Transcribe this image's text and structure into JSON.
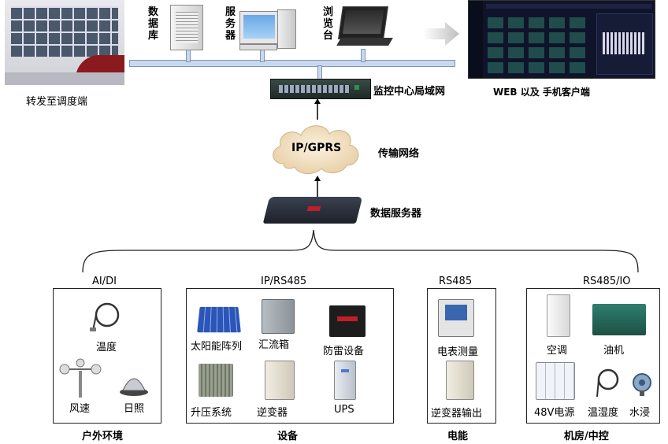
{
  "top": {
    "dispatch_label": "转发至调度端",
    "database_label": "数据库",
    "server_label": "服务器",
    "browser_label": "浏览台",
    "web_label": "WEB 以及 手机客户端",
    "lan_label": "监控中心局域网",
    "cloud_text": "IP/GPRS",
    "transport_label": "传输网络",
    "data_server_label": "数据服务器"
  },
  "groups": [
    {
      "header": "AI/DI",
      "footer": "户外环境",
      "items": [
        "温度",
        "风速",
        "日照"
      ]
    },
    {
      "header": "IP/RS485",
      "footer": "设备",
      "items": [
        "太阳能阵列",
        "汇流箱",
        "防雷设备",
        "升压系统",
        "逆变器",
        "UPS"
      ]
    },
    {
      "header": "RS485",
      "footer": "电能",
      "items": [
        "电表测量",
        "逆变器输出"
      ]
    },
    {
      "header": "RS485/IO",
      "footer": "机房/中控",
      "items": [
        "空调",
        "油机",
        "48V电源",
        "温湿度",
        "水浸"
      ]
    }
  ],
  "colors": {
    "cloud": "#f3dfbf",
    "bus": "#c8d8ee",
    "device_dark": "#2b2f3a",
    "accent_red": "#c21d2a"
  }
}
